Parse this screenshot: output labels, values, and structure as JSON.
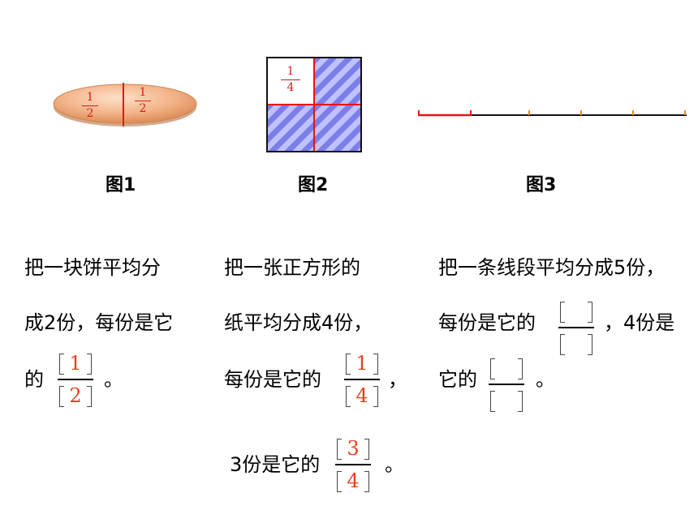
{
  "figures": {
    "fig1": {
      "caption": "图1",
      "left_fraction": {
        "num": "1",
        "den": "2"
      },
      "right_fraction": {
        "num": "1",
        "den": "2"
      }
    },
    "fig2": {
      "caption": "图2",
      "fraction": {
        "num": "1",
        "den": "4"
      }
    },
    "fig3": {
      "caption": "图3"
    }
  },
  "text1": {
    "line1": "把一块饼平均分",
    "line2": "成2份，每份是它",
    "line3_prefix": "的",
    "line3_suffix": "。",
    "answer_num": "1",
    "answer_den": "2"
  },
  "text2": {
    "line1": "把一张正方形的",
    "line2": "纸平均分成4份，",
    "line3_prefix": "每份是它的",
    "line3_suffix": "，",
    "answer_num": "1",
    "answer_den": "4",
    "line4_prefix": "3份是它的",
    "line4_suffix": "。",
    "answer2_num": "3",
    "answer2_den": "4"
  },
  "text3": {
    "line1": "把一条线段平均分成5份，",
    "line2_prefix": "每份是它的",
    "line2_suffix": "，4份是",
    "line3_prefix": "它的",
    "line3_suffix": "。",
    "answer_num": "",
    "answer_den": "",
    "answer2_num": "",
    "answer2_den": ""
  }
}
